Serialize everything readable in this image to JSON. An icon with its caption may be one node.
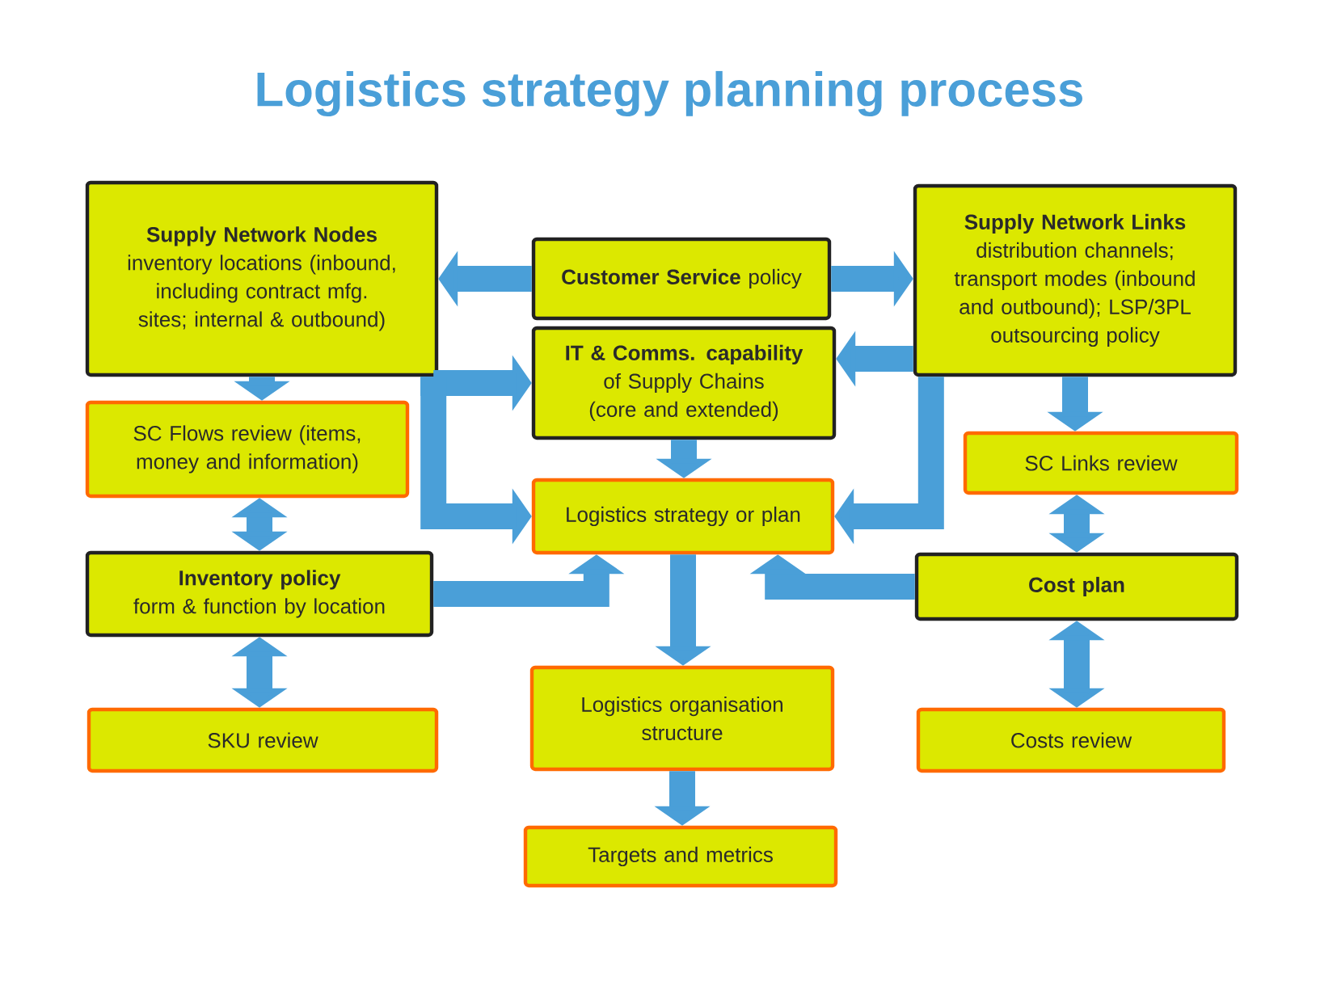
{
  "diagram": {
    "title": "Logistics strategy planning process",
    "nodes": [
      {
        "text": [
          "Supply Network Nodes",
          "inventory locations (inbound, including contract mfg. sites; internal & outbound)"
        ]
      },
      {
        "text": [
          "**Customer Service** policy"
        ]
      },
      {
        "text": [
          "Supply Network Links",
          "distribution channels; transport modes (inbound and outbound); LSP/3PL outsourcing policy"
        ]
      },
      {
        "text": [
          "IT & Comms. capability",
          "of Supply Chains (core and extended)"
        ]
      },
      {
        "text": [
          "SC Flows review (items, money and information)"
        ]
      },
      {
        "text": [
          "SC Links review"
        ]
      },
      {
        "text": [
          "Logistics strategy or plan"
        ]
      },
      {
        "text": [
          "Inventory policy",
          "form & function by location"
        ]
      },
      {
        "text": [
          "Cost plan"
        ]
      },
      {
        "text": [
          "SKU review"
        ]
      },
      {
        "text": [
          "Logistics organisation structure"
        ]
      },
      {
        "text": [
          "Costs review"
        ]
      },
      {
        "text": [
          "Targets and metrics"
        ]
      }
    ],
    "edges": [
      {
        "from": 1,
        "to": 0,
        "arrow": "to"
      },
      {
        "from": 1,
        "to": 2,
        "arrow": "to"
      },
      {
        "from": 0,
        "to": 3,
        "arrow": "to"
      },
      {
        "from": 0,
        "to": 6,
        "arrow": "to"
      },
      {
        "from": 2,
        "to": 3,
        "arrow": "to"
      },
      {
        "from": 2,
        "to": 6,
        "arrow": "to"
      },
      {
        "from": 0,
        "to": 4,
        "arrow": "to"
      },
      {
        "from": 2,
        "to": 5,
        "arrow": "to"
      },
      {
        "from": 3,
        "to": 6,
        "arrow": "to"
      },
      {
        "from": 4,
        "to": 7,
        "arrow": "both"
      },
      {
        "from": 5,
        "to": 8,
        "arrow": "both"
      },
      {
        "from": 7,
        "to": 6,
        "arrow": "to"
      },
      {
        "from": 8,
        "to": 6,
        "arrow": "to"
      },
      {
        "from": 7,
        "to": 9,
        "arrow": "both"
      },
      {
        "from": 8,
        "to": 11,
        "arrow": "both"
      },
      {
        "from": 6,
        "to": 10,
        "arrow": "to"
      },
      {
        "from": 10,
        "to": 12,
        "arrow": "to"
      }
    ]
  }
}
